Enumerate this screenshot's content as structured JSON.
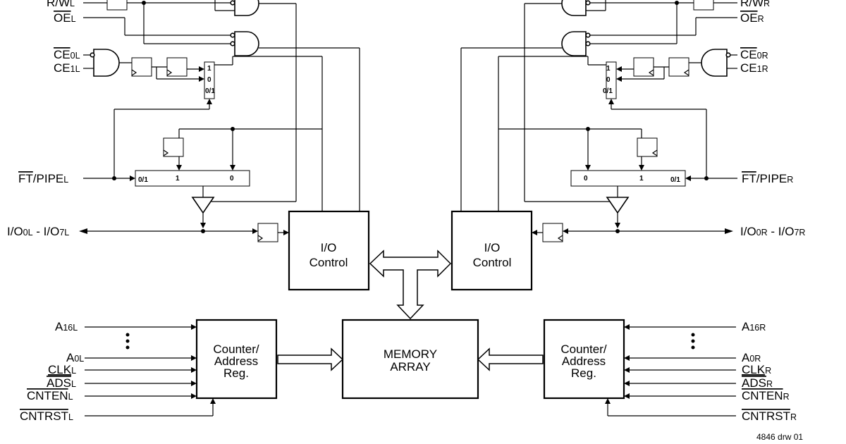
{
  "blocks": {
    "io_left": [
      "I/O",
      "Control"
    ],
    "io_right": [
      "I/O",
      "Control"
    ],
    "mem": [
      "MEMORY",
      "ARRAY"
    ],
    "ctr_left": [
      "Counter/",
      "Address",
      "Reg."
    ],
    "ctr_right": [
      "Counter/",
      "Address",
      "Reg."
    ]
  },
  "mux": {
    "left_vert": [
      "1",
      "0",
      "0/1"
    ],
    "right_vert": [
      "1",
      "0",
      "0/1"
    ],
    "left_horiz": [
      "0/1",
      "1",
      "0"
    ],
    "right_horiz": [
      "0",
      "1",
      "0/1"
    ]
  },
  "signals_left": {
    "rw": {
      "main": "R/W",
      "sub": "L"
    },
    "oe": {
      "main": "OE",
      "sub": "L"
    },
    "ce0": {
      "main": "CE",
      "mid": "0",
      "sub": "L"
    },
    "ce1": {
      "main": "CE",
      "mid": "1",
      "sub": "L"
    },
    "ftpipe": {
      "main1": "FT",
      "main2": "/PIPE",
      "sub": "L"
    },
    "io": {
      "a": "I/O",
      "b": "0L",
      "c": " - I/O",
      "d": "7L"
    },
    "a16": {
      "main": "A",
      "sub": "16L"
    },
    "a0": {
      "main": "A",
      "sub": "0L"
    },
    "clk": {
      "main": "CLK",
      "sub": "L"
    },
    "ads": {
      "main": "ADS",
      "sub": "L"
    },
    "cnten": {
      "main": "CNTEN",
      "sub": "L"
    },
    "cntrst": {
      "main": "CNTRST",
      "sub": "L"
    }
  },
  "signals_right": {
    "rw": {
      "main": "R/W",
      "sub": "R"
    },
    "oe": {
      "main": "OE",
      "sub": "R"
    },
    "ce0": {
      "main": "CE",
      "mid": "0",
      "sub": "R"
    },
    "ce1": {
      "main": "CE",
      "mid": "1",
      "sub": "R"
    },
    "ftpipe": {
      "main1": "FT",
      "main2": "/PIPE",
      "sub": "R"
    },
    "io": {
      "a": "I/O",
      "b": "0R",
      "c": " - I/O",
      "d": "7R"
    },
    "a16": {
      "main": "A",
      "sub": "16R"
    },
    "a0": {
      "main": "A",
      "sub": "0R"
    },
    "clk": {
      "main": "CLK",
      "sub": "R"
    },
    "ads": {
      "main": "ADS",
      "sub": "R"
    },
    "cnten": {
      "main": "CNTEN",
      "sub": "R"
    },
    "cntrst": {
      "main": "CNTRST",
      "sub": "R"
    }
  },
  "footer": "4846 drw 01"
}
